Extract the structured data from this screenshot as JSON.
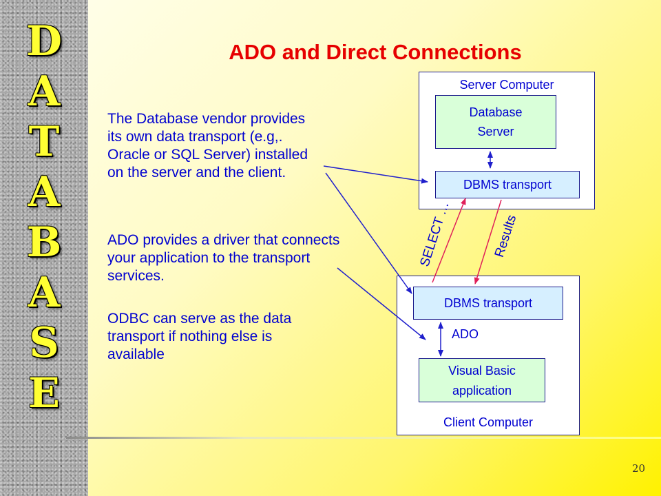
{
  "sidebar": {
    "letters": [
      "D",
      "A",
      "T",
      "A",
      "B",
      "A",
      "S",
      "E"
    ]
  },
  "title": "ADO and Direct Connections",
  "paragraphs": [
    "The Database vendor provides its own data transport (e.g,. Oracle or SQL Server) installed on the server and the client.",
    "ADO provides a driver that connects your application to the transport services.",
    "ODBC can serve as the data transport if nothing else is available"
  ],
  "diagram": {
    "server_computer": "Server Computer",
    "database_server_line1": "Database",
    "database_server_line2": "Server",
    "server_dbms_transport": "DBMS transport",
    "select_label": "SELECT …",
    "results_label": "Results",
    "client_dbms_transport": "DBMS transport",
    "ado_label": "ADO",
    "vb_app_line1": "Visual Basic",
    "vb_app_line2": "application",
    "client_computer": "Client Computer"
  },
  "page_number": "20",
  "colors": {
    "title": "#e60000",
    "body_text": "#0000d0",
    "arrow_blue": "#1f1fcc",
    "arrow_red": "#e0205a",
    "sidebar_letters": "#ffff33"
  }
}
